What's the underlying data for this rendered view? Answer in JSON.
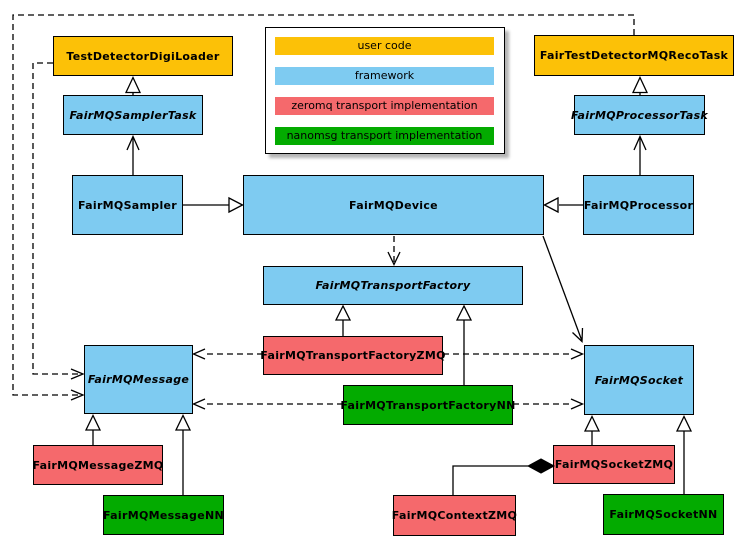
{
  "colors": {
    "user_code": "#FCC107",
    "framework": "#7ECBF1",
    "zeromq": "#F5696C",
    "nanomsg": "#03AB00",
    "border": "#000000",
    "line": "#000000",
    "background": "#FFFFFF"
  },
  "legend": {
    "items": [
      {
        "label": "user code",
        "category": "user_code"
      },
      {
        "label": "framework",
        "category": "framework"
      },
      {
        "label": "zeromq transport implementation",
        "category": "zeromq"
      },
      {
        "label": "nanomsg transport implementation",
        "category": "nanomsg"
      }
    ]
  },
  "nodes": {
    "test_detector_digi_loader": {
      "label": "TestDetectorDigiLoader",
      "category": "user_code",
      "abstract": false
    },
    "fair_test_detector_mq_reco_task": {
      "label": "FairTestDetectorMQRecoTask",
      "category": "user_code",
      "abstract": false
    },
    "fair_mq_sampler_task": {
      "label": "FairMQSamplerTask",
      "category": "framework",
      "abstract": true
    },
    "fair_mq_processor_task": {
      "label": "FairMQProcessorTask",
      "category": "framework",
      "abstract": true
    },
    "fair_mq_sampler": {
      "label": "FairMQSampler",
      "category": "framework",
      "abstract": false
    },
    "fair_mq_device": {
      "label": "FairMQDevice",
      "category": "framework",
      "abstract": false
    },
    "fair_mq_processor": {
      "label": "FairMQProcessor",
      "category": "framework",
      "abstract": false
    },
    "fair_mq_transport_factory": {
      "label": "FairMQTransportFactory",
      "category": "framework",
      "abstract": true
    },
    "fair_mq_transport_factory_zmq": {
      "label": "FairMQTransportFactoryZMQ",
      "category": "zeromq",
      "abstract": false
    },
    "fair_mq_transport_factory_nn": {
      "label": "FairMQTransportFactoryNN",
      "category": "nanomsg",
      "abstract": false
    },
    "fair_mq_message": {
      "label": "FairMQMessage",
      "category": "framework",
      "abstract": true
    },
    "fair_mq_socket": {
      "label": "FairMQSocket",
      "category": "framework",
      "abstract": true
    },
    "fair_mq_message_zmq": {
      "label": "FairMQMessageZMQ",
      "category": "zeromq",
      "abstract": false
    },
    "fair_mq_message_nn": {
      "label": "FairMQMessageNN",
      "category": "nanomsg",
      "abstract": false
    },
    "fair_mq_socket_zmq": {
      "label": "FairMQSocketZMQ",
      "category": "zeromq",
      "abstract": false
    },
    "fair_mq_socket_nn": {
      "label": "FairMQSocketNN",
      "category": "nanomsg",
      "abstract": false
    },
    "fair_mq_context_zmq": {
      "label": "FairMQContextZMQ",
      "category": "zeromq",
      "abstract": false
    }
  },
  "edges": [
    {
      "source": "FairMQSamplerTask",
      "target": "TestDetectorDigiLoader",
      "type": "generalization",
      "line": "solid"
    },
    {
      "source": "FairMQProcessorTask",
      "target": "FairTestDetectorMQRecoTask",
      "type": "generalization",
      "line": "solid"
    },
    {
      "source": "FairMQSampler",
      "target": "FairMQSamplerTask",
      "type": "association",
      "line": "solid"
    },
    {
      "source": "FairMQProcessor",
      "target": "FairMQProcessorTask",
      "type": "association",
      "line": "solid"
    },
    {
      "source": "FairMQSampler",
      "target": "FairMQDevice",
      "type": "generalization",
      "line": "solid"
    },
    {
      "source": "FairMQProcessor",
      "target": "FairMQDevice",
      "type": "generalization",
      "line": "solid"
    },
    {
      "source": "FairMQDevice",
      "target": "FairMQTransportFactory",
      "type": "dependency",
      "line": "dashed"
    },
    {
      "source": "FairMQDevice",
      "target": "FairMQSocket",
      "type": "association",
      "line": "solid"
    },
    {
      "source": "FairMQTransportFactoryZMQ",
      "target": "FairMQTransportFactory",
      "type": "generalization",
      "line": "solid"
    },
    {
      "source": "FairMQTransportFactoryNN",
      "target": "FairMQTransportFactory",
      "type": "generalization",
      "line": "solid"
    },
    {
      "source": "FairMQTransportFactoryZMQ",
      "target": "FairMQMessage",
      "type": "dependency",
      "line": "dashed"
    },
    {
      "source": "FairMQTransportFactoryZMQ",
      "target": "FairMQSocket",
      "type": "dependency",
      "line": "dashed"
    },
    {
      "source": "FairMQTransportFactoryNN",
      "target": "FairMQMessage",
      "type": "dependency",
      "line": "dashed"
    },
    {
      "source": "FairMQTransportFactoryNN",
      "target": "FairMQSocket",
      "type": "dependency",
      "line": "dashed"
    },
    {
      "source": "TestDetectorDigiLoader",
      "target": "FairMQMessage",
      "type": "dependency",
      "line": "dashed"
    },
    {
      "source": "FairTestDetectorMQRecoTask",
      "target": "FairMQMessage",
      "type": "dependency",
      "line": "dashed"
    },
    {
      "source": "FairMQMessageZMQ",
      "target": "FairMQMessage",
      "type": "generalization",
      "line": "solid"
    },
    {
      "source": "FairMQMessageNN",
      "target": "FairMQMessage",
      "type": "generalization",
      "line": "solid"
    },
    {
      "source": "FairMQSocketZMQ",
      "target": "FairMQSocket",
      "type": "generalization",
      "line": "solid"
    },
    {
      "source": "FairMQSocketNN",
      "target": "FairMQSocket",
      "type": "generalization",
      "line": "solid"
    },
    {
      "source": "FairMQContextZMQ",
      "target": "FairMQSocketZMQ",
      "type": "composition",
      "line": "solid"
    }
  ]
}
